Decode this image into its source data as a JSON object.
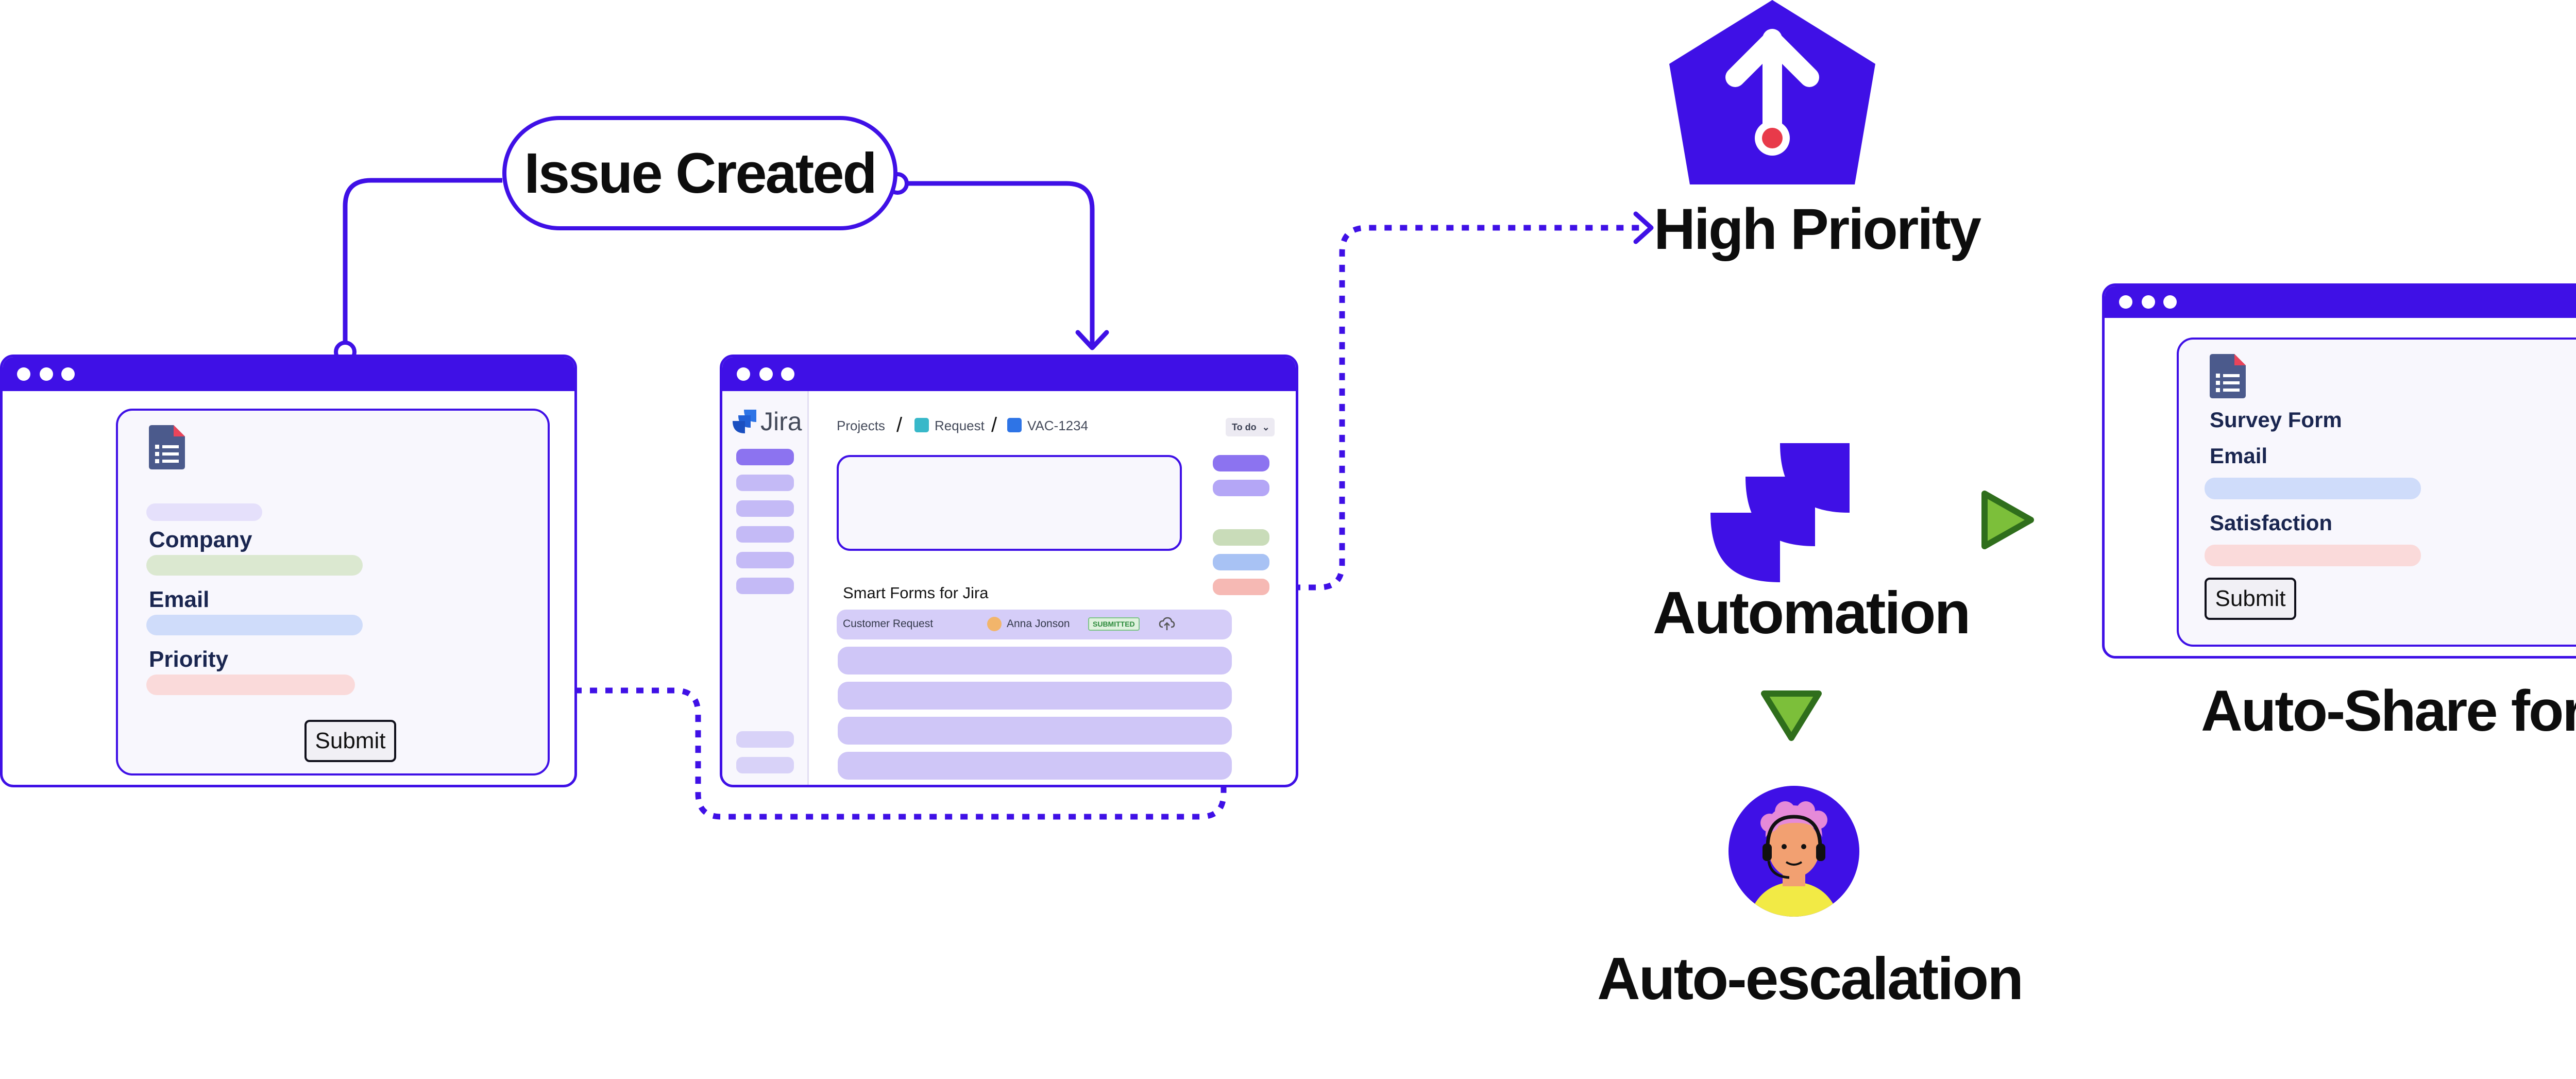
{
  "trigger": {
    "label": "Issue Created"
  },
  "form_window": {
    "fields": [
      {
        "label": "Company",
        "fill_color": "#dbe8d0"
      },
      {
        "label": "Email",
        "fill_color": "#cfdcfa"
      },
      {
        "label": "Priority",
        "fill_color": "#fadada"
      }
    ],
    "submit_label": "Submit"
  },
  "jira_window": {
    "logo_text": "Jira",
    "breadcrumb": {
      "projects": "Projects",
      "separator": "/",
      "request": "Request",
      "issue_key": "VAC-1234"
    },
    "status_dropdown": "To do",
    "section_title": "Smart Forms for Jira",
    "form_row": {
      "type": "Customer Request",
      "assignee": "Anna Jonson",
      "status": "SUBMITTED"
    }
  },
  "outcomes": {
    "high_priority": "High Priority",
    "automation": "Automation",
    "auto_escalation": "Auto-escalation",
    "auto_share": "Auto-Share form"
  },
  "shared_form": {
    "title": "Survey Form",
    "fields": [
      {
        "label": "Email",
        "fill_color": "#cfdcfa"
      },
      {
        "label": "Satisfaction",
        "fill_color": "#fadada"
      }
    ],
    "submit_label": "Submit"
  },
  "colors": {
    "brand": "#3f10e6",
    "sidebar_item": "#c4baf6",
    "row_fill": "#cfc6f7",
    "arrow_fill": "#7cbf3a",
    "avatar_bg": "#3f10e6",
    "marker_red": "#e83a4a"
  },
  "icons": [
    "form-document-icon",
    "jira-logo-icon",
    "priority-pentagon-icon",
    "jira-automation-icon",
    "play-arrow-icon",
    "down-arrow-icon",
    "support-agent-avatar",
    "upload-icon"
  ]
}
